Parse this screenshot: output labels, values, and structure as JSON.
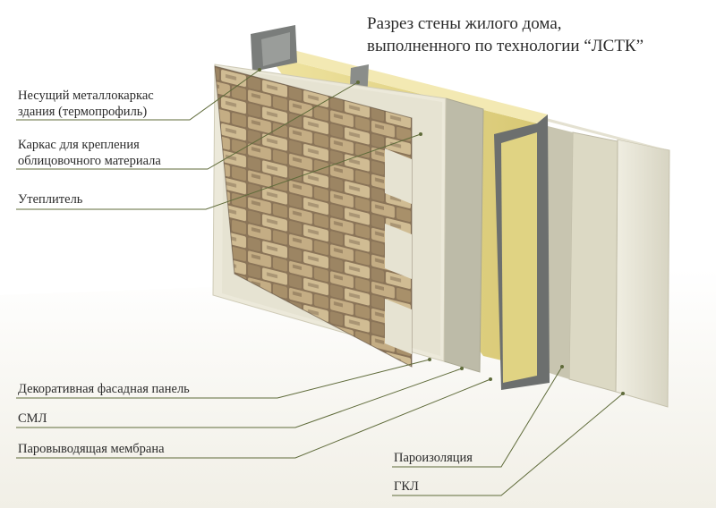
{
  "title": {
    "line1": "Разрез стены жилого дома,",
    "line2": "выполненного по технологии “ЛСТК”"
  },
  "labels": {
    "frame_line1": "Несущий металлокаркас",
    "frame_line2": "здания (термопрофиль)",
    "cladding_frame_line1": "Каркас для крепления",
    "cladding_frame_line2": "облицовочного материала",
    "insulation": "Утеплитель",
    "facade_panel": "Декоративная фасадная панель",
    "sml": "СМЛ",
    "membrane": "Паровыводящая мембрана",
    "vapor_barrier": "Пароизоляция",
    "gkl": "ГКЛ"
  },
  "colors": {
    "leader_line": "#5f6b3a",
    "insulation": "#e6d98a",
    "sml_board": "#e9e6d6",
    "steel": "#6c6f6e",
    "stone_light": "#c9b48c",
    "stone_dark": "#6e5a45"
  }
}
